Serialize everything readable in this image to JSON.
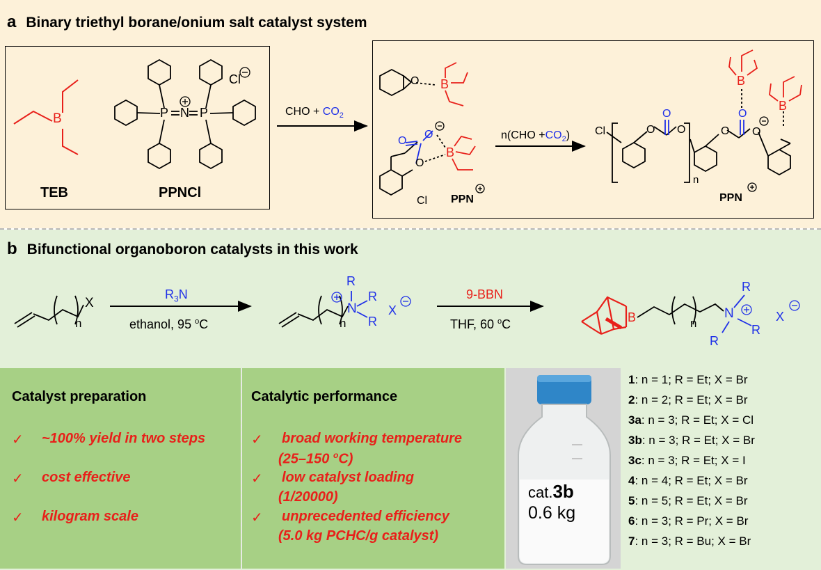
{
  "panel_a": {
    "letter": "a",
    "title": "Binary triethyl borane/onium salt catalyst system",
    "teb_label": "TEB",
    "ppncl_label": "PPNCl",
    "cl_minus": "Cl",
    "boron": "B",
    "p_atom": "P",
    "n_atom": "N",
    "oxygen": "O",
    "chlorine": "Cl",
    "arrow1_cho": "CHO + ",
    "arrow1_co2": "CO",
    "arrow1_sub": "2",
    "arrow2_pre": "n(CHO +",
    "arrow2_co2": "CO",
    "arrow2_sub": "2",
    "arrow2_post": ")",
    "ppn_label": "PPN",
    "repeat_n": "n"
  },
  "panel_b": {
    "letter": "b",
    "title": "Bifunctional organoboron catalysts in this work",
    "x_label": "X",
    "n_label": "n",
    "r3n": "R",
    "r3n_sub": "3",
    "r3n_n": "N",
    "cond1": "ethanol, 95 ",
    "deg": "o",
    "celsius": "C",
    "reagent2": "9-BBN",
    "cond2": "THF, 60 ",
    "r": "R",
    "n_atom": "N",
    "boron": "B"
  },
  "prep": {
    "title": "Catalyst preparation",
    "check": "✓",
    "items": [
      "~100% yield in two steps",
      "cost effective",
      "kilogram scale"
    ]
  },
  "performance": {
    "title": "Catalytic performance",
    "check": "✓",
    "item1a": "broad working temperature",
    "item1b_pre": "(25–150 ",
    "item1b_deg": "o",
    "item1b_post": "C)",
    "item2a": "low catalyst loading",
    "item2b": "(1/20000)",
    "item3a": "unprecedented efficiency",
    "item3b": "(5.0 kg PCHC/g catalyst)"
  },
  "photo": {
    "cat": "cat.",
    "cat_id": "3b",
    "mass": "0.6 kg"
  },
  "catalysts": [
    {
      "id": "1",
      "desc": ": n = 1; R = Et; X = Br"
    },
    {
      "id": "2",
      "desc": ": n = 2; R = Et; X = Br"
    },
    {
      "id": "3a",
      "desc": ": n = 3; R = Et; X = Cl"
    },
    {
      "id": "3b",
      "desc": ": n = 3; R = Et; X = Br"
    },
    {
      "id": "3c",
      "desc": ": n = 3; R = Et; X = I"
    },
    {
      "id": "4",
      "desc": ": n = 4; R = Et; X = Br"
    },
    {
      "id": "5",
      "desc": ": n = 5; R = Et; X = Br"
    },
    {
      "id": "6",
      "desc": ": n = 3; R = Pr; X = Br"
    },
    {
      "id": "7",
      "desc": ": n = 3; R = Bu; X = Br"
    }
  ],
  "colors": {
    "red": "#e8201a",
    "blue": "#1f30e8",
    "panel_a": "#fdf1d9",
    "panel_b": "#e3f0d9",
    "green": "#a7d085"
  }
}
